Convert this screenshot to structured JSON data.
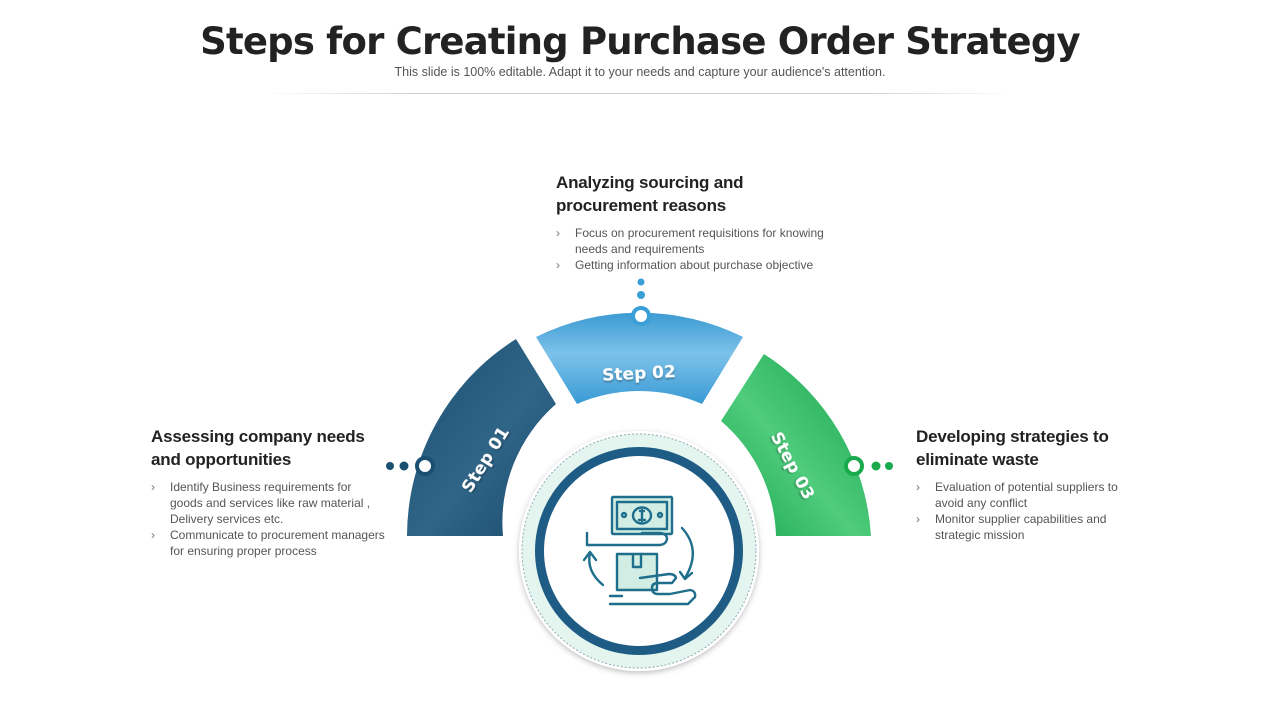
{
  "header": {
    "title": "Steps for Creating Purchase Order Strategy",
    "subtitle": "This slide is 100% editable. Adapt it to your needs and capture your audience's attention."
  },
  "steps": [
    {
      "label": "Step 01",
      "title": "Assessing company needs and opportunities",
      "bullets": [
        "Identify Business requirements for goods and services like raw material , Delivery services etc.",
        "Communicate to procurement managers for ensuring proper process"
      ],
      "color": "#1b4f72"
    },
    {
      "label": "Step 02",
      "title": "Analyzing sourcing and procurement reasons",
      "bullets": [
        "Focus on procurement requisitions for knowing needs and requirements",
        "Getting information about purchase objective"
      ],
      "color": "#3a9fd6"
    },
    {
      "label": "Step 03",
      "title": "Developing strategies to eliminate waste",
      "bullets": [
        "Evaluation of potential suppliers to avoid any conflict",
        "Monitor supplier capabilities and strategic mission"
      ],
      "color": "#1aaa4e"
    }
  ],
  "center": {
    "icon": "money-box-exchange-icon",
    "ring_color": "#1f5c85",
    "glow_color": "#e3f5ee"
  }
}
